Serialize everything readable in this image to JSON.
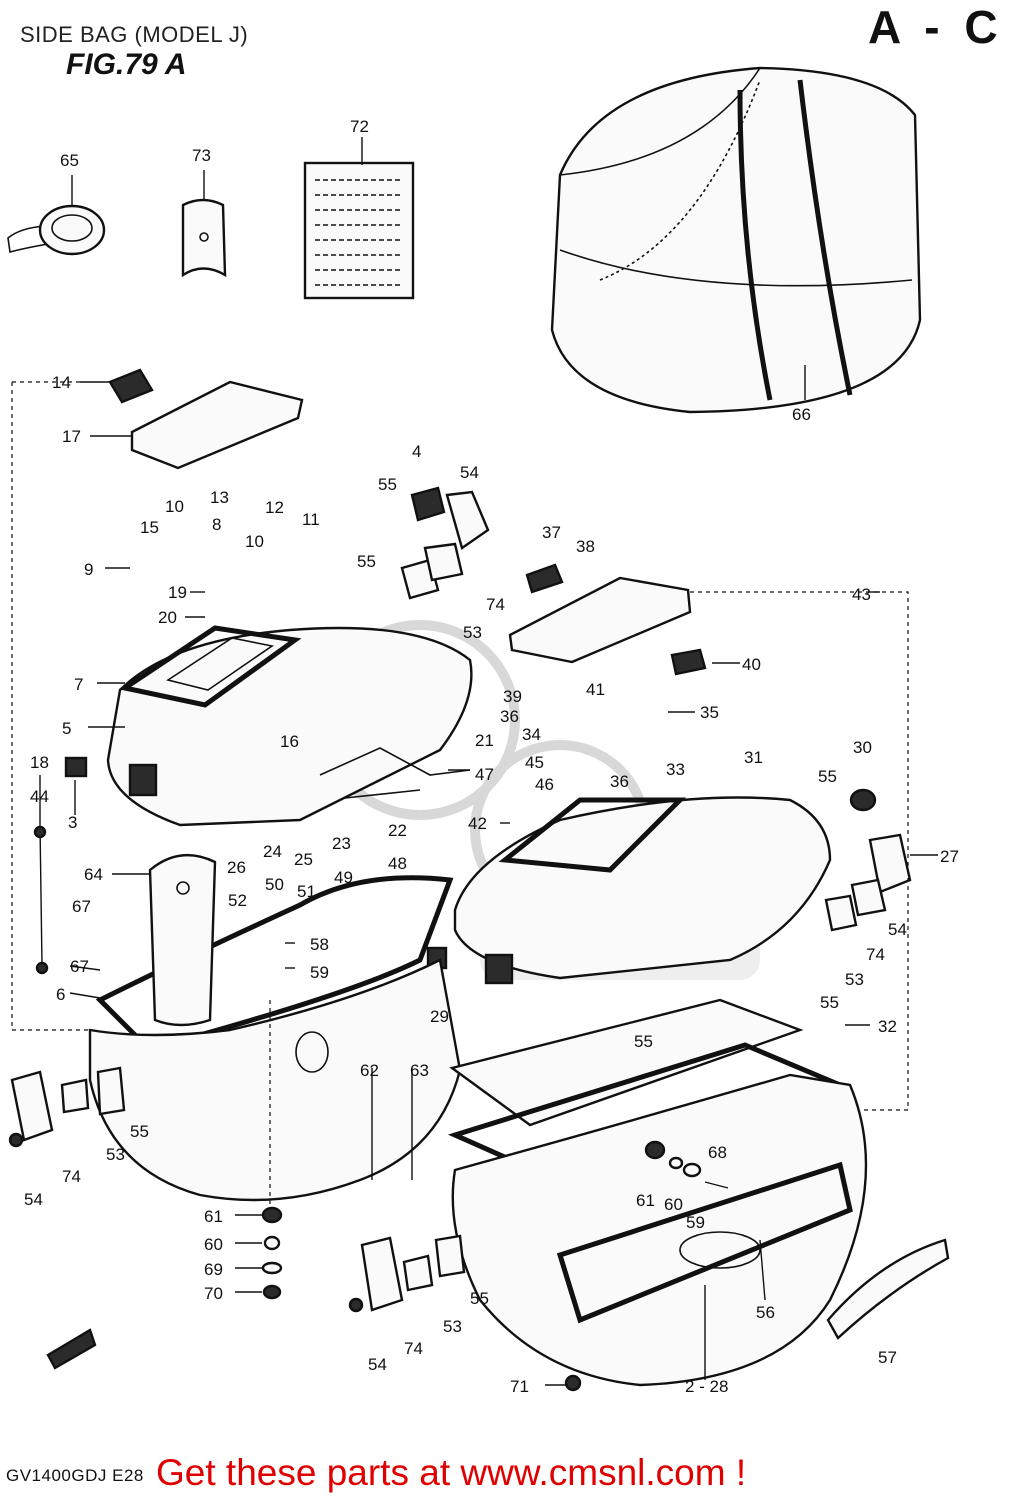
{
  "page_title": "SIDE BAG (MODEL J)",
  "figure_label": "FIG.79 A",
  "corner_mark": "A - C",
  "footer_code": "GV1400GDJ E28",
  "footer_link": "Get these parts at www.cmsnl.com !",
  "labels": {
    "p65": "65",
    "p73": "73",
    "p72": "72",
    "p66": "66",
    "p14": "14",
    "p17": "17",
    "p13": "13",
    "p12": "12",
    "p11": "11",
    "p15": "15",
    "p10a": "10",
    "p8": "8",
    "p10b": "10",
    "p9": "9",
    "p19": "19",
    "p20": "20",
    "p7": "7",
    "p5": "5",
    "p16": "16",
    "p18": "18",
    "p44": "44",
    "p3": "3",
    "p4": "4",
    "p55a": "55",
    "p54a": "54",
    "p55b": "55",
    "p74a": "74",
    "p53a": "53",
    "p37": "37",
    "p38": "38",
    "p43": "43",
    "p40": "40",
    "p39": "39",
    "p41": "41",
    "p36a": "36",
    "p35": "35",
    "p34": "34",
    "p21": "21",
    "p47": "47",
    "p45": "45",
    "p46": "46",
    "p36b": "36",
    "p33": "33",
    "p31": "31",
    "p30": "30",
    "p55c": "55",
    "p42": "42",
    "p22": "22",
    "p23": "23",
    "p24": "24",
    "p25": "25",
    "p26": "26",
    "p27": "27",
    "p48": "48",
    "p49": "49",
    "p50": "50",
    "p51": "51",
    "p52": "52",
    "p64": "64",
    "p67a": "67",
    "p67b": "67",
    "p58": "58",
    "p59a": "59",
    "p6": "6",
    "p29": "29",
    "p54b": "54",
    "p74b": "74",
    "p53b": "53",
    "p55d": "55",
    "p32": "32",
    "p55e": "55",
    "p62": "62",
    "p63": "63",
    "p54c": "54",
    "p74c": "74",
    "p53c": "53",
    "p55f": "55",
    "p61a": "61",
    "p60a": "60",
    "p69": "69",
    "p70": "70",
    "p68": "68",
    "p61b": "61",
    "p60b": "60",
    "p59b": "59",
    "p56": "56",
    "p54d": "54",
    "p74d": "74",
    "p53d": "53",
    "p55g": "55",
    "p57": "57",
    "p71": "71",
    "p2_28": "2 - 28"
  }
}
